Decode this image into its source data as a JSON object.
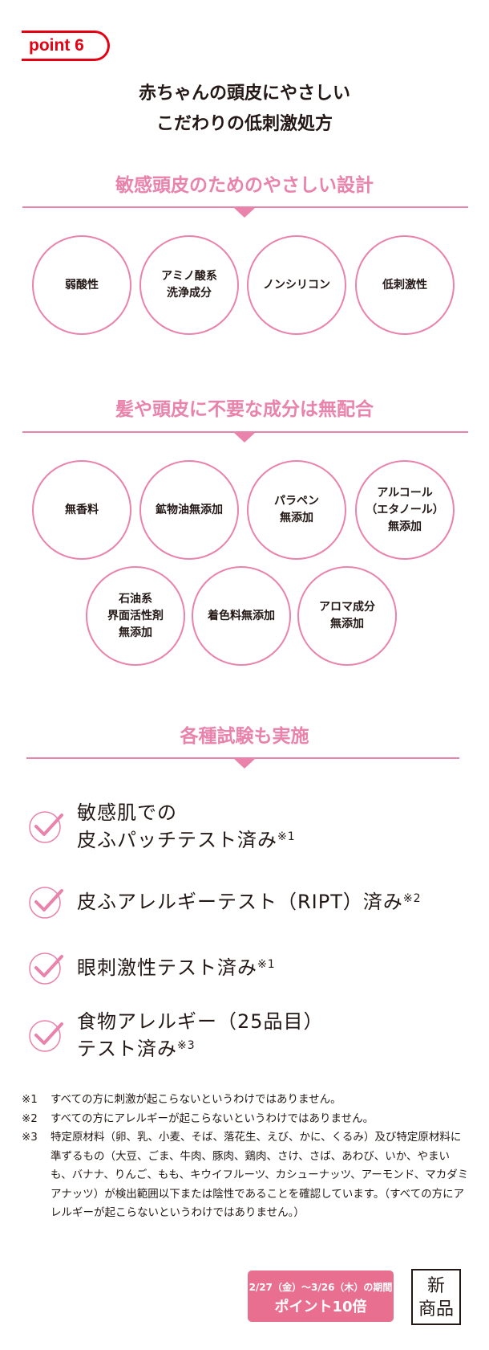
{
  "badge": "point 6",
  "title": [
    "赤ちゃんの頭皮にやさしい",
    "こだわりの低刺激処方"
  ],
  "sections": [
    {
      "heading": "敏感頭皮のためのやさしい設計",
      "items": [
        [
          "弱酸性"
        ],
        [
          "アミノ酸系",
          "洗浄成分"
        ],
        [
          "ノンシリコン"
        ],
        [
          "低刺激性"
        ]
      ]
    },
    {
      "heading": "髪や頭皮に不要な成分は無配合",
      "items": [
        [
          "無香料"
        ],
        [
          "鉱物油無添加"
        ],
        [
          "パラペン",
          "無添加"
        ],
        [
          "アルコール",
          "（エタノール）",
          "無添加"
        ],
        [
          "石油系",
          "界面活性剤",
          "無添加"
        ],
        [
          "着色料無添加"
        ],
        [
          "アロマ成分",
          "無添加"
        ]
      ]
    },
    {
      "heading": "各種試験も実施"
    }
  ],
  "checks": [
    {
      "lines": [
        "敏感肌での",
        "皮ふパッチテスト済み"
      ],
      "note": "※1"
    },
    {
      "lines": [
        "皮ふアレルギーテスト（RIPT）済み"
      ],
      "note": "※2"
    },
    {
      "lines": [
        "眼刺激性テスト済み"
      ],
      "note": "※1"
    },
    {
      "lines": [
        "食物アレルギー（25品目）",
        "テスト済み"
      ],
      "note": "※3"
    }
  ],
  "footnotes": [
    {
      "key": "※1",
      "text": "すべての方に刺激が起こらないというわけではありません。"
    },
    {
      "key": "※2",
      "text": "すべての方にアレルギーが起こらないというわけではありません。"
    },
    {
      "key": "※3",
      "text": "特定原材料（卵、乳、小麦、そば、落花生、えび、かに、くるみ）及び特定原材料に準ずるもの（大豆、ごま、牛肉、豚肉、鶏肉、さけ、さば、あわび、いか、やまいも、バナナ、りんご、もも、キウイフルーツ、カシューナッツ、アーモンド、マカダミアナッツ）が検出範囲以下または陰性であることを確認しています。（すべての方にアレルギーが起こらないというわけではありません。）"
    }
  ],
  "campaign": {
    "dates": "2/27（金）～3/26（木）の期間",
    "label": "ポイント10倍"
  },
  "new_badge": [
    "新",
    "商品"
  ],
  "colors": {
    "accent": "#e983ac",
    "badge": "#e60012",
    "button": "#e86f8f"
  }
}
